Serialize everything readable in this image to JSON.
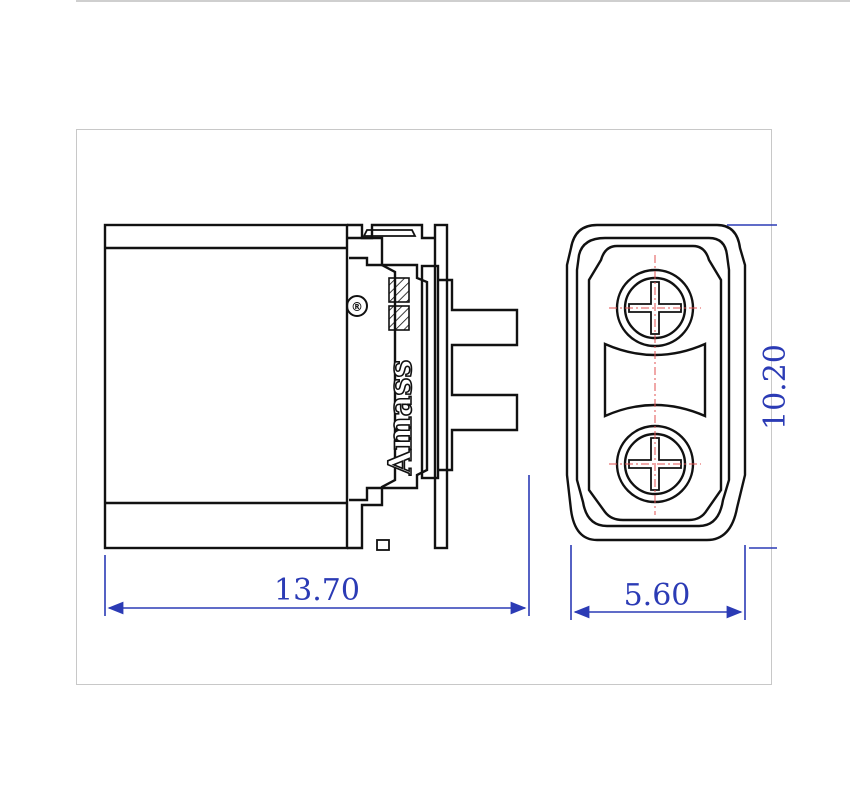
{
  "drawing": {
    "brand_logo": "Amass",
    "registered_mark": "®",
    "dimensions": {
      "side_length": "13.70",
      "front_width": "5.60",
      "front_height_partial": "10.20"
    }
  },
  "colors": {
    "outline": "#111111",
    "dimension": "#2b3bb5",
    "centerline": "#e05050",
    "frame_border": "#c8c8c8"
  }
}
